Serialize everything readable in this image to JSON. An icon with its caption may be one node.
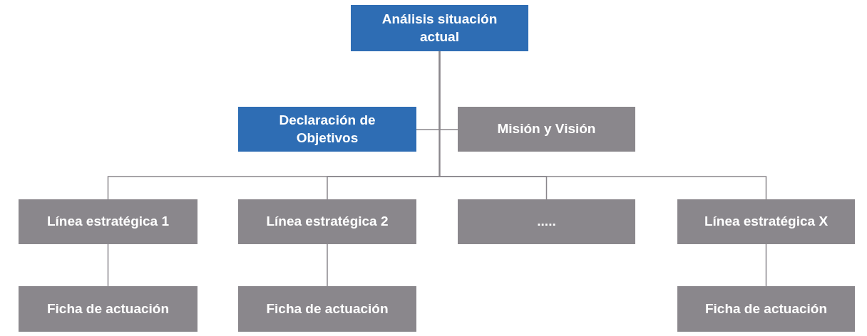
{
  "diagram": {
    "nodes": [
      {
        "text": [
          "Análisis situación actual"
        ]
      },
      {
        "text": [
          "Declaración de Objetivos"
        ]
      },
      {
        "text": [
          "Misión y Visión"
        ]
      },
      {
        "text": [
          "Línea estratégica 1"
        ]
      },
      {
        "text": [
          "Línea estratégica 2"
        ]
      },
      {
        "text": [
          "....."
        ]
      },
      {
        "text": [
          "Línea estratégica X"
        ]
      },
      {
        "text": [
          "Ficha de actuación"
        ]
      },
      {
        "text": [
          "Ficha de actuación"
        ]
      },
      {
        "text": [
          "Ficha de actuación"
        ]
      }
    ],
    "edges": [
      {
        "from": 0,
        "to": 1,
        "arrow": "none"
      },
      {
        "from": 0,
        "to": 2,
        "arrow": "none"
      },
      {
        "from": 0,
        "to": 3,
        "arrow": "none"
      },
      {
        "from": 0,
        "to": 4,
        "arrow": "none"
      },
      {
        "from": 0,
        "to": 5,
        "arrow": "none"
      },
      {
        "from": 0,
        "to": 6,
        "arrow": "none"
      },
      {
        "from": 3,
        "to": 7,
        "arrow": "none"
      },
      {
        "from": 4,
        "to": 8,
        "arrow": "none"
      },
      {
        "from": 6,
        "to": 9,
        "arrow": "none"
      }
    ]
  }
}
